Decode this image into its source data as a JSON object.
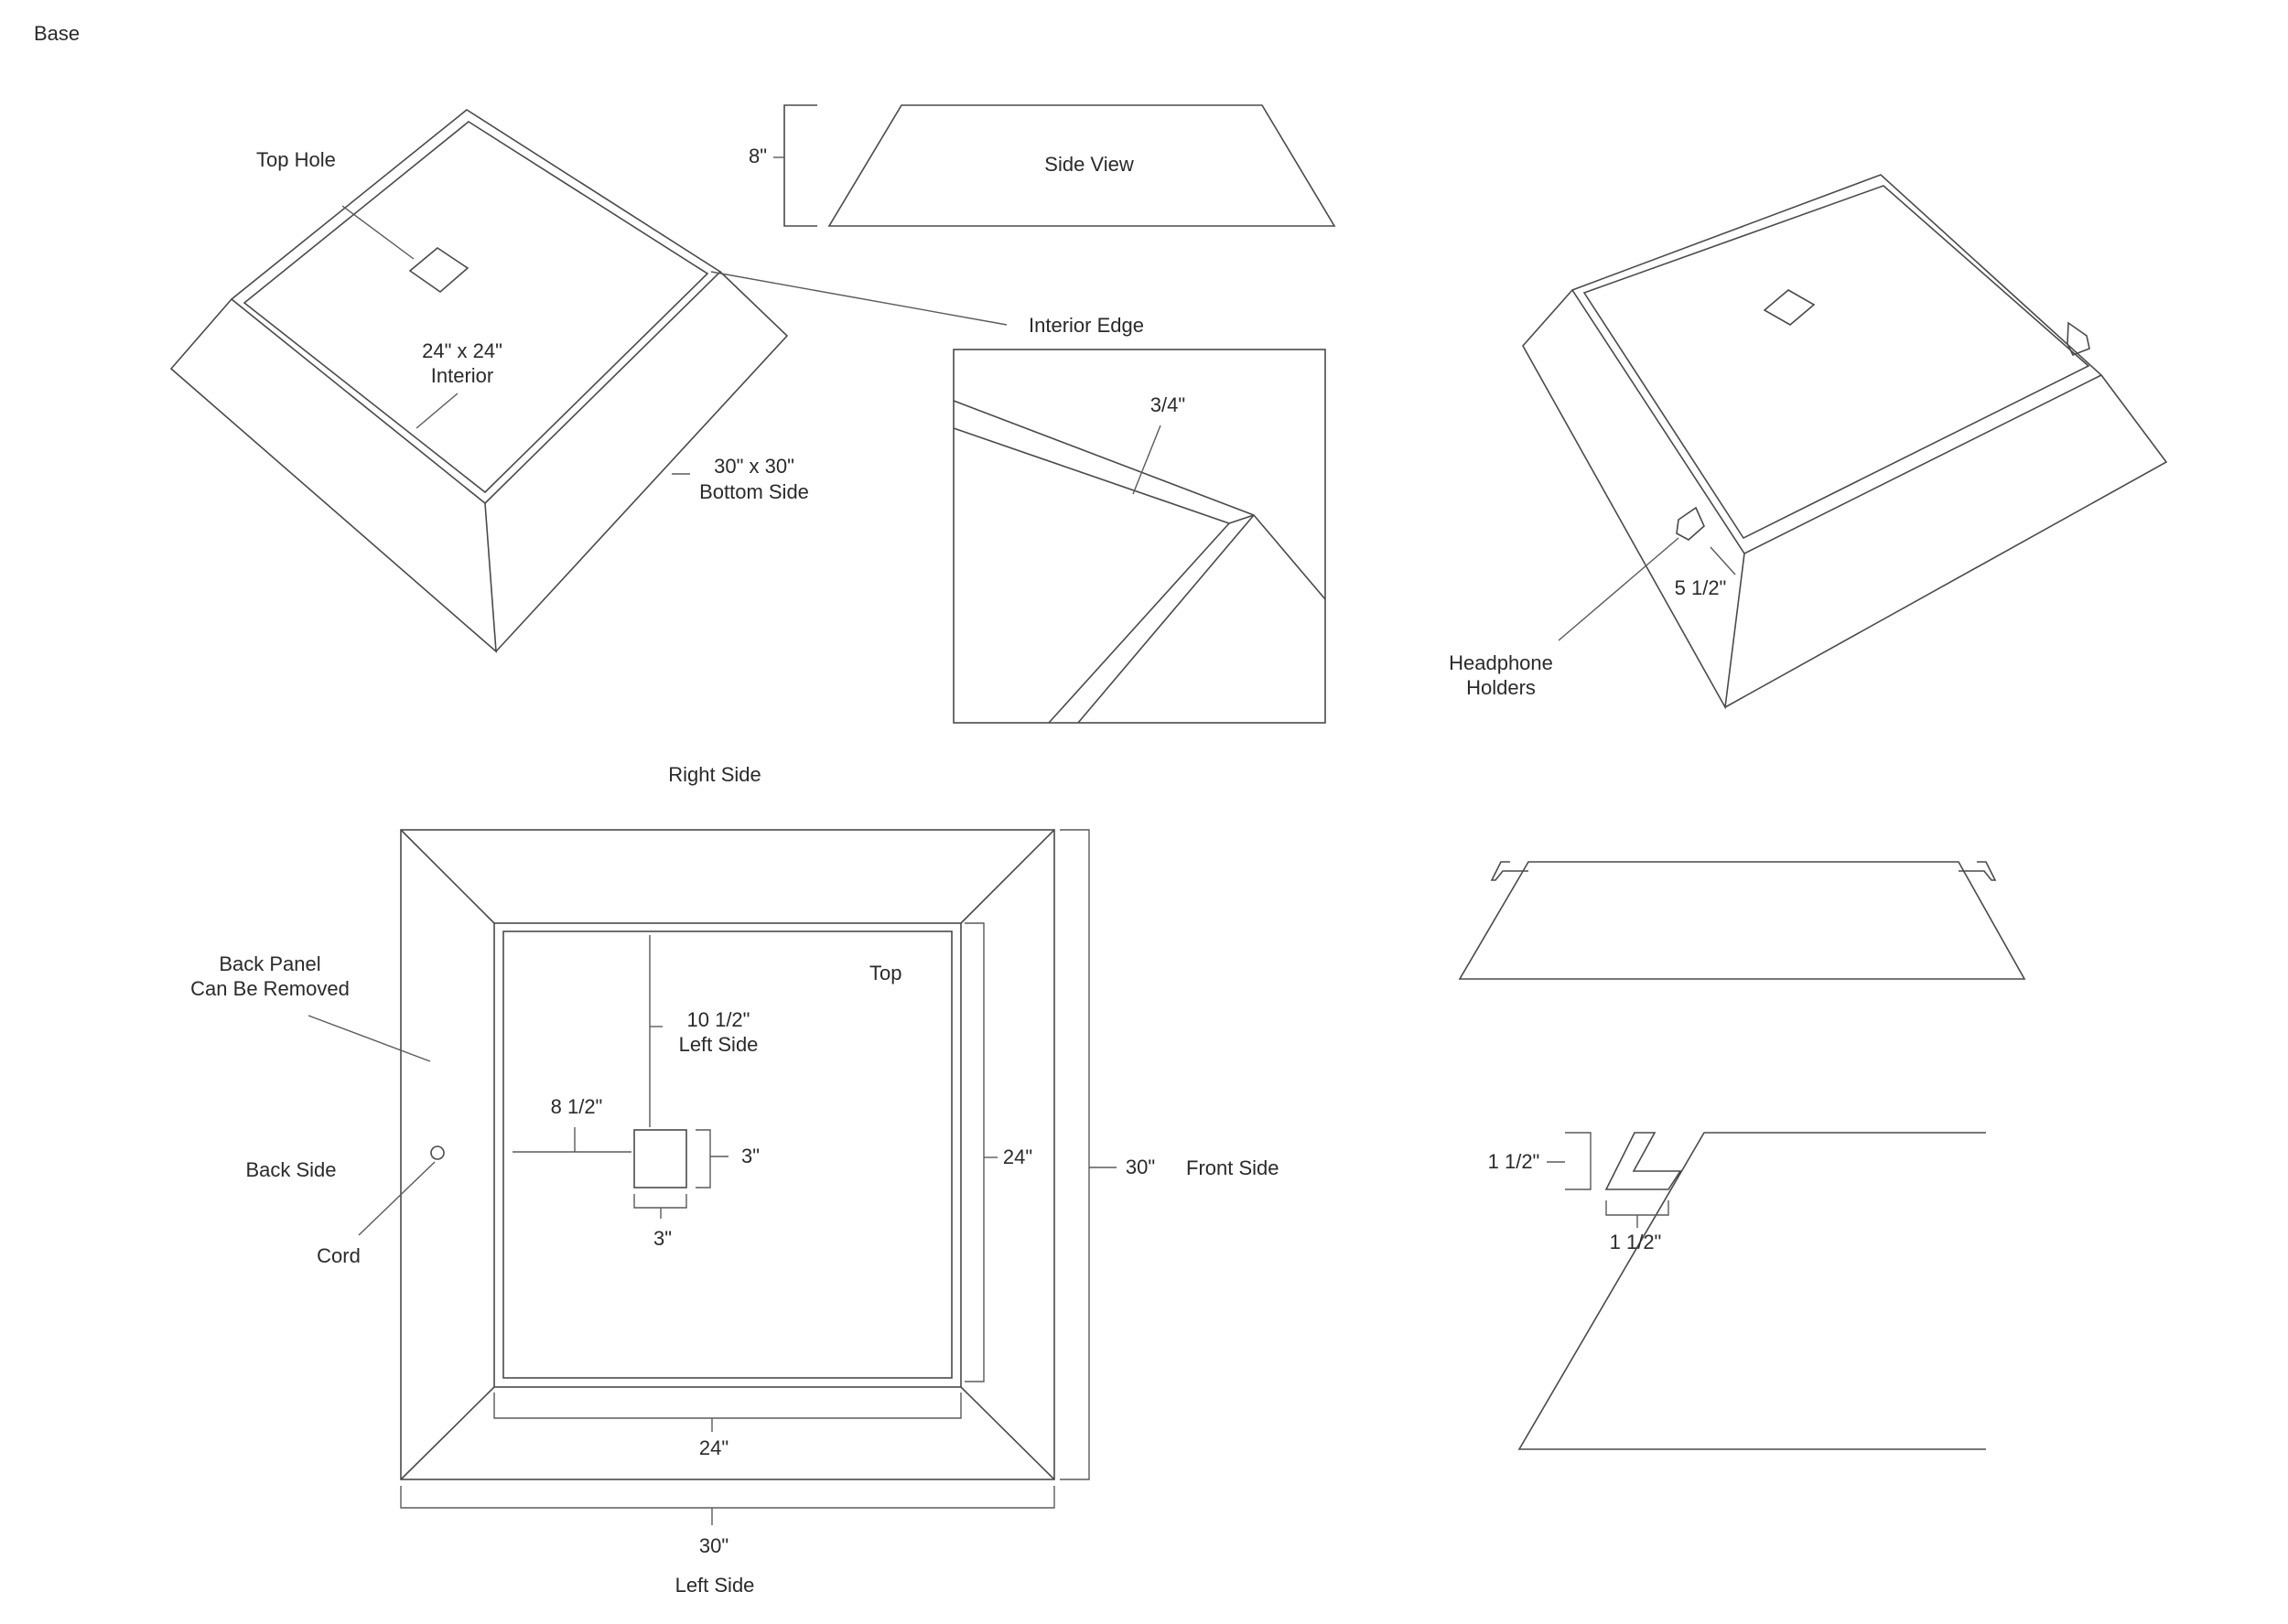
{
  "sheet_title": "Base",
  "perspective_view": {
    "top_hole": "Top Hole",
    "interior_size": "24\" x 24\"",
    "interior": "Interior",
    "bottom_size": "30\" x 30\"",
    "bottom_side": "Bottom Side",
    "interior_edge": "Interior Edge"
  },
  "side_view": {
    "title": "Side View",
    "height": "8\""
  },
  "detail_view": {
    "trim_width": "3/4\""
  },
  "headphone_view": {
    "offset": "5 1/2\"",
    "holders_line1": "Headphone",
    "holders_line2": "Holders"
  },
  "plan_view": {
    "right_side": "Right Side",
    "left_side": "Left Side",
    "back_side": "Back Side",
    "front_side": "Front Side",
    "top": "Top",
    "back_panel_line1": "Back Panel",
    "back_panel_line2": "Can Be Removed",
    "cord": "Cord",
    "hole_offset_top": "10 1/2\"",
    "hole_offset_top_ref": "Left Side",
    "hole_offset_side": "8 1/2\"",
    "hole_height": "3\"",
    "hole_width": "3\"",
    "interior_height": "24\"",
    "outer_height": "30\"",
    "interior_width": "24\"",
    "outer_width": "30\""
  },
  "holder_detail": {
    "height": "1 1/2\"",
    "width": "1 1/2\""
  }
}
